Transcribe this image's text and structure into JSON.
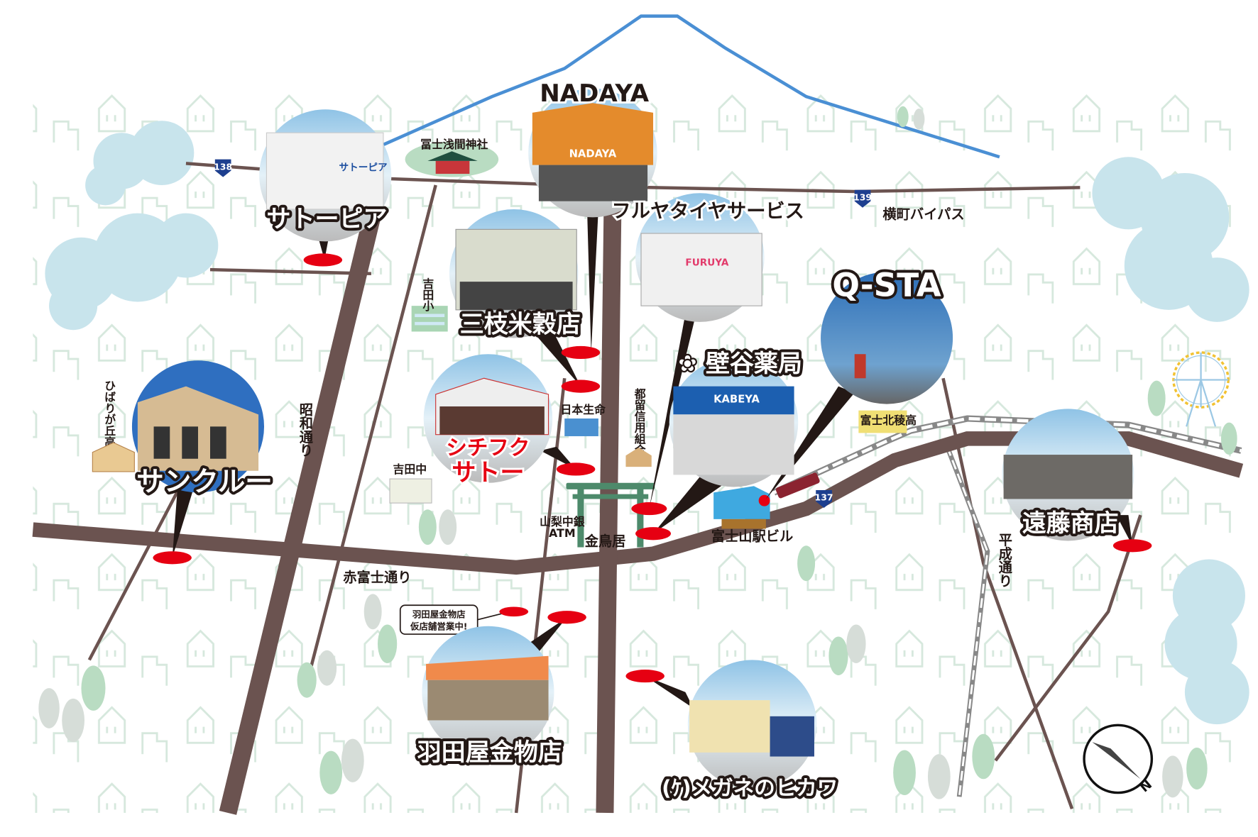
{
  "colors": {
    "road": "#6b5350",
    "pin": "#e60012",
    "mountain": "#4a8fd4",
    "cloud": "#bfe0ea",
    "house": "#cfe3d8",
    "route_badge": "#1d3f8f"
  },
  "mountain": {
    "icon": "mt-fuji-outline"
  },
  "routes": {
    "r138": "138",
    "r139": "139",
    "r137": "137"
  },
  "roads": {
    "yokomachi": "横町バイパス",
    "akafuji": "赤富士通り",
    "showa": "昭和通り",
    "heisei": "平成通り"
  },
  "landmarks": {
    "sengen": "冨士浅間神社",
    "yoshida_sho": "吉田小",
    "nihon_seimei": "日本生命",
    "tsuru_shinkumi": "都留信用組合",
    "yoshida_chu": "吉田中",
    "hibarigaoka": "ひばりが丘高",
    "atm_line1": "山梨中銀",
    "atm_line2": "ATM",
    "kintorii": "金鳥居",
    "fujisan_eki": "富士山駅ビル",
    "hokuryo": "富士北稜高"
  },
  "notice": {
    "line1": "羽田屋金物店",
    "line2": "仮店舗営業中!"
  },
  "stores": {
    "satopia": {
      "name": "サトーピア",
      "sign": "サトーピア"
    },
    "nadaya": {
      "name": "NADAYA",
      "sign": "NADAYA"
    },
    "saegusa": {
      "name": "三枝米穀店"
    },
    "furuya": {
      "name": "フルヤタイヤサービス",
      "sign": "FURUYA"
    },
    "qsta": {
      "name": "Q-STA"
    },
    "kabeya": {
      "name": "壁谷薬局",
      "sign": "KABEYA"
    },
    "shichifuku": {
      "name_line1": "シチフク",
      "name_line2": "サトー"
    },
    "sankuru": {
      "name": "サンクルー"
    },
    "endo": {
      "name": "遠藤商店"
    },
    "hatadaya": {
      "name": "羽田屋金物店"
    },
    "hikawa": {
      "name": "(ｹ)メガネのヒカワ"
    }
  },
  "compass": {
    "label": "N"
  }
}
